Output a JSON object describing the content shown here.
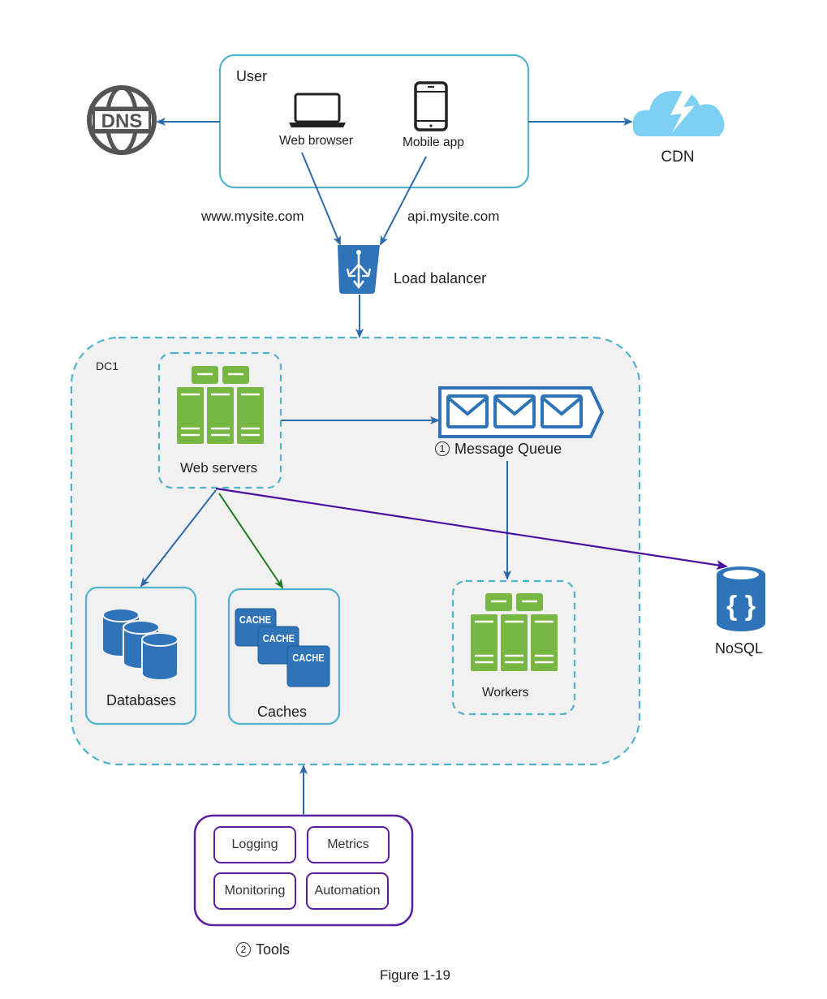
{
  "figure": {
    "caption": "Figure 1-19"
  },
  "user_group": {
    "title": "User",
    "clients": [
      {
        "label": "Web browser",
        "icon": "laptop-icon"
      },
      {
        "label": "Mobile app",
        "icon": "mobile-phone-icon"
      }
    ]
  },
  "dns": {
    "label": "DNS",
    "icon": "globe-icon"
  },
  "cdn": {
    "label": "CDN",
    "icon": "cloud-lightning-icon"
  },
  "domains": {
    "web": "www.mysite.com",
    "api": "api.mysite.com"
  },
  "load_balancer": {
    "label": "Load balancer",
    "icon": "load-balancer-icon"
  },
  "datacenter": {
    "label": "DC1",
    "web_servers": {
      "label": "Web servers",
      "icon": "server-rack-icon"
    },
    "message_queue": {
      "number": "1",
      "label": "Message Queue",
      "icon": "envelope-queue-icon"
    },
    "workers": {
      "label": "Workers",
      "icon": "server-rack-icon"
    },
    "databases": {
      "label": "Databases",
      "icon": "database-cylinders-icon"
    },
    "caches": {
      "label": "Caches",
      "icon_text": "CACHE",
      "icon": "cache-icon"
    }
  },
  "nosql": {
    "label": "NoSQL",
    "icon": "nosql-database-icon"
  },
  "tools": {
    "number": "2",
    "label": "Tools",
    "items": [
      "Logging",
      "Metrics",
      "Monitoring",
      "Automation"
    ]
  },
  "colors": {
    "arrow_blue": "#2d6aa8",
    "box_teal": "#4fb3cc",
    "dc_fill": "#f1f1f1",
    "server_green": "#78b743",
    "icon_blue": "#2f74b8",
    "cdn_blue": "#7dd0f2",
    "nosql_arrow": "#4b0fa0",
    "cache_arrow": "#1c7a1c",
    "tools_purple": "#5a1f9e"
  }
}
